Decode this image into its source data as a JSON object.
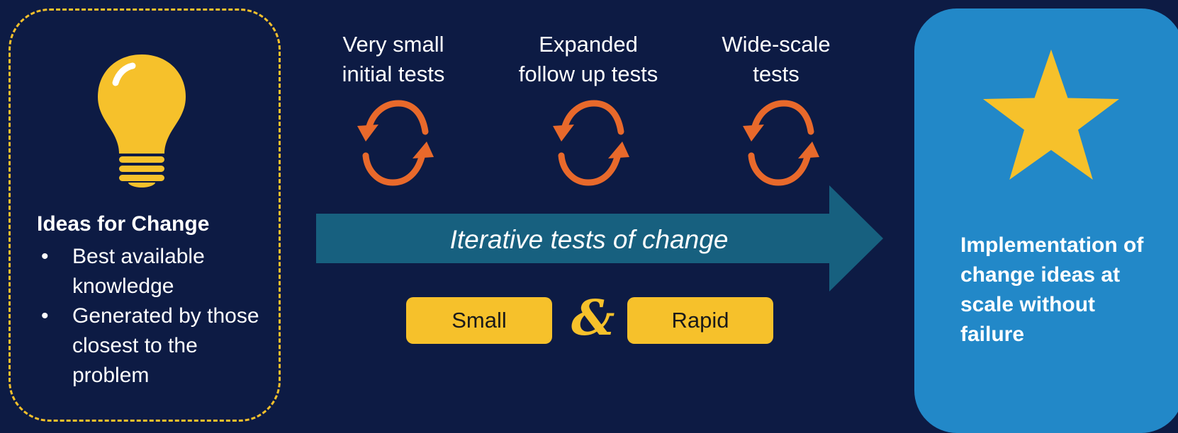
{
  "ideas": {
    "title": "Ideas for Change",
    "bullets": [
      "Best available knowledge",
      "Generated by those closest to the problem"
    ],
    "icon": "lightbulb-icon"
  },
  "stages": [
    {
      "label_line1": "Very small",
      "label_line2": "initial tests"
    },
    {
      "label_line1": "Expanded",
      "label_line2": "follow up tests"
    },
    {
      "label_line1": "Wide-scale",
      "label_line2": "tests"
    }
  ],
  "cycle_icon": "cycle-arrows-icon",
  "arrow": {
    "text": "Iterative tests of change"
  },
  "qualities": {
    "left": "Small",
    "amp": "&",
    "right": "Rapid"
  },
  "implementation": {
    "text": "Implementation of change ideas at scale without failure",
    "icon": "star-icon"
  },
  "colors": {
    "background": "#0d1b44",
    "accent_yellow": "#f6c12b",
    "cycle_orange": "#e8692b",
    "arrow_teal": "#17607f",
    "impl_blue": "#2288c8"
  }
}
